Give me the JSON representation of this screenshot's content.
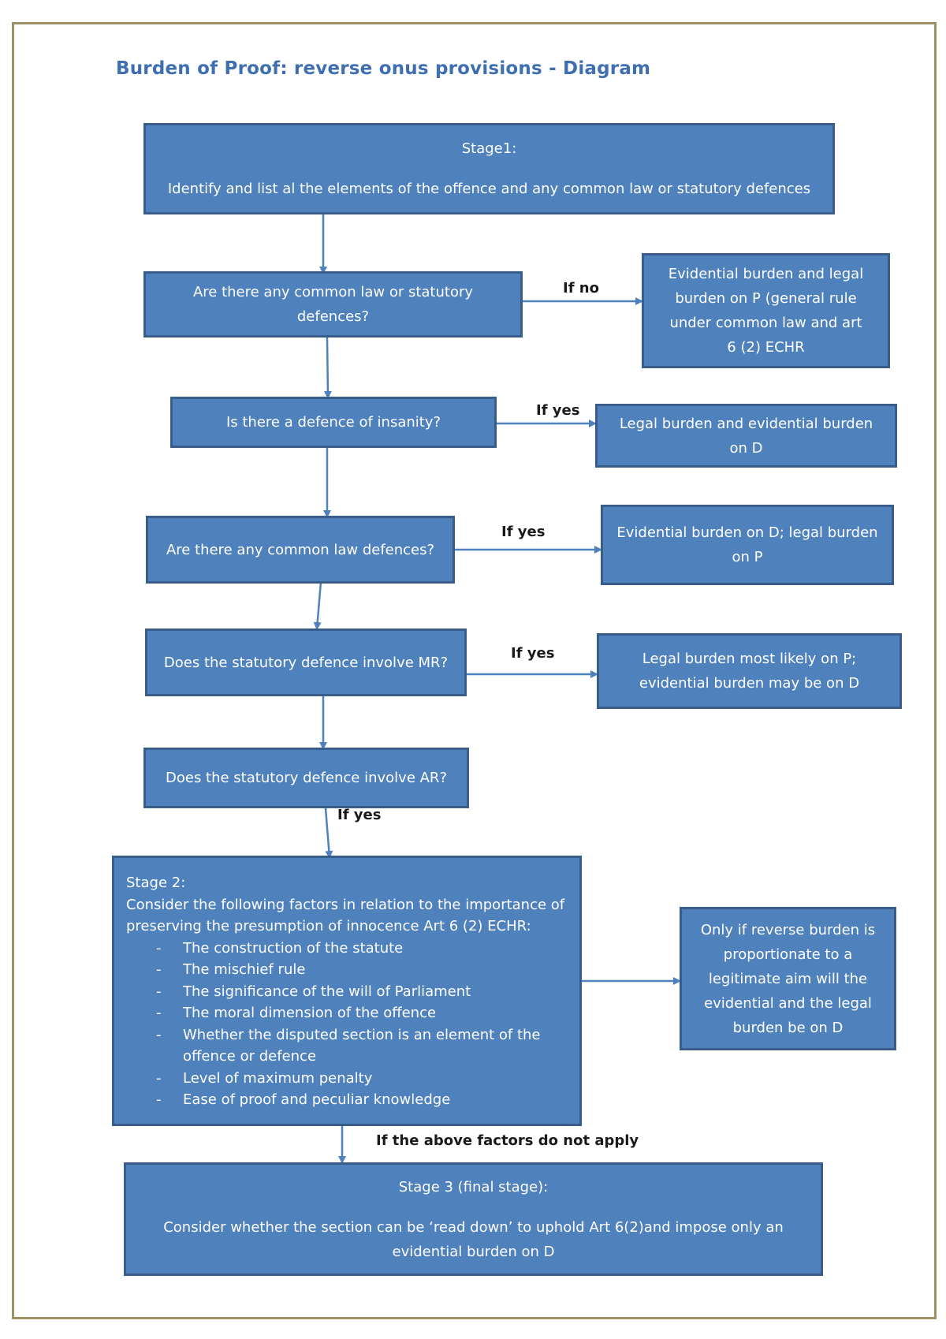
{
  "title": "Burden of Proof: reverse onus provisions - Diagram",
  "stage1": {
    "heading": "Stage1:",
    "text": "Identify and list al the elements of the offence and any common law or statutory defences"
  },
  "questions": {
    "q1": "Are there any common law or statutory defences?",
    "q2": "Is there a defence of insanity?",
    "q3": "Are there any common law defences?",
    "q4": "Does the statutory defence involve MR?",
    "q5": "Does the statutory defence involve AR?"
  },
  "outcomes": {
    "o1": "Evidential burden and legal burden on P (general rule under common law and art 6 (2) ECHR",
    "o2": "Legal burden and evidential burden on D",
    "o3": "Evidential burden on D; legal burden on P",
    "o4": "Legal burden most likely on P; evidential burden may be on D",
    "o5": "Only if reverse burden is proportionate to a legitimate aim will the evidential and the legal burden be on D"
  },
  "edge_labels": {
    "if_no": "If no",
    "if_yes_insanity": "If yes",
    "if_yes_common": "If yes",
    "if_yes_mr": "If yes",
    "if_yes_ar": "If yes",
    "if_factors_not_apply": "If the above factors do not apply"
  },
  "stage2": {
    "heading": "Stage 2:",
    "intro": "Consider the following factors in relation to the importance of preserving the presumption of innocence Art 6 (2) ECHR:",
    "factors": [
      "The construction of the statute",
      "The mischief rule",
      "The significance of the will of Parliament",
      "The moral dimension of the offence",
      "Whether the disputed section is an element of the offence or defence",
      "Level of maximum penalty",
      "Ease of proof and peculiar knowledge"
    ]
  },
  "stage3": {
    "heading": "Stage 3 (final stage):",
    "text": "Consider whether the section can be ‘read down’ to uphold Art 6(2)and impose only an evidential burden on D"
  },
  "colors": {
    "box_fill": "#4f81bd",
    "box_border": "#385d8a",
    "title": "#3f6fb0",
    "frame": "#9b9163"
  }
}
